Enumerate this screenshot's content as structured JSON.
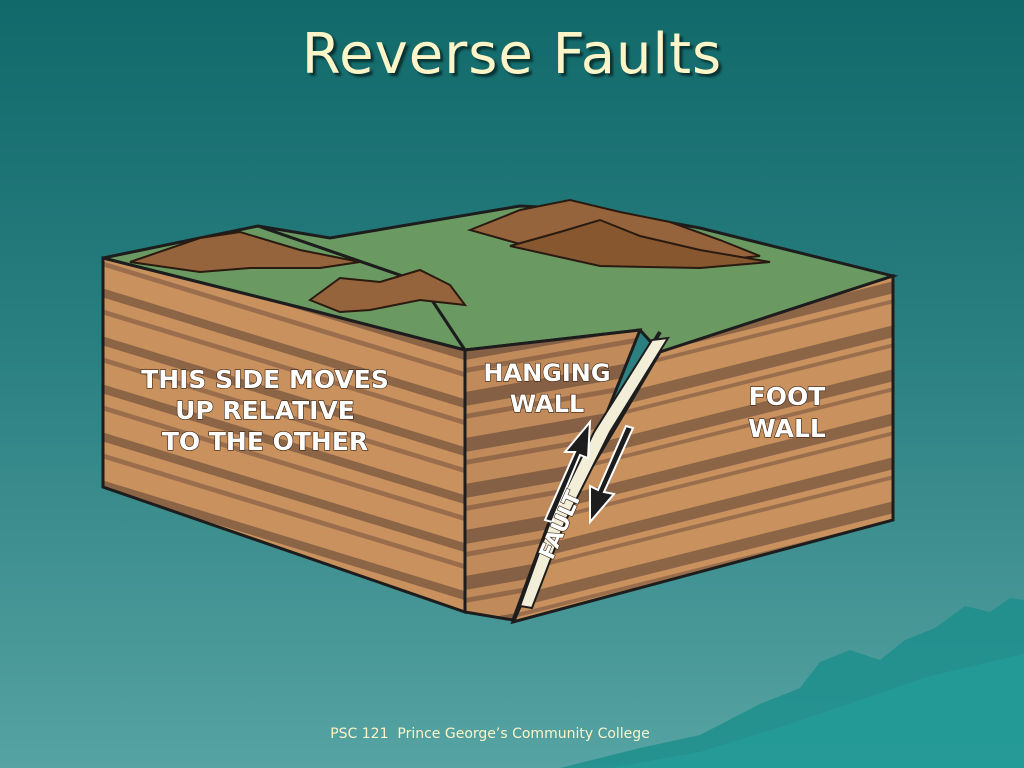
{
  "slide": {
    "title": "Reverse Faults",
    "footer": "PSC 121  Prince George’s Community College"
  },
  "diagram": {
    "labels": {
      "hanging_wall_side": [
        "THIS SIDE MOVES",
        "UP RELATIVE",
        "TO THE OTHER"
      ],
      "hanging_wall": [
        "HANGING",
        "WALL"
      ],
      "foot_wall": [
        "FOOT",
        "WALL"
      ],
      "fault": "FAULT"
    }
  },
  "colors": {
    "background_top": "#11696a",
    "background_bottom": "#56a3a3",
    "title": "#fbf5c8",
    "ground_green": "#6a9a62",
    "rock_tan": "#c8915e",
    "rock_dark": "#8c6446",
    "mountain_brown": "#96643c"
  }
}
